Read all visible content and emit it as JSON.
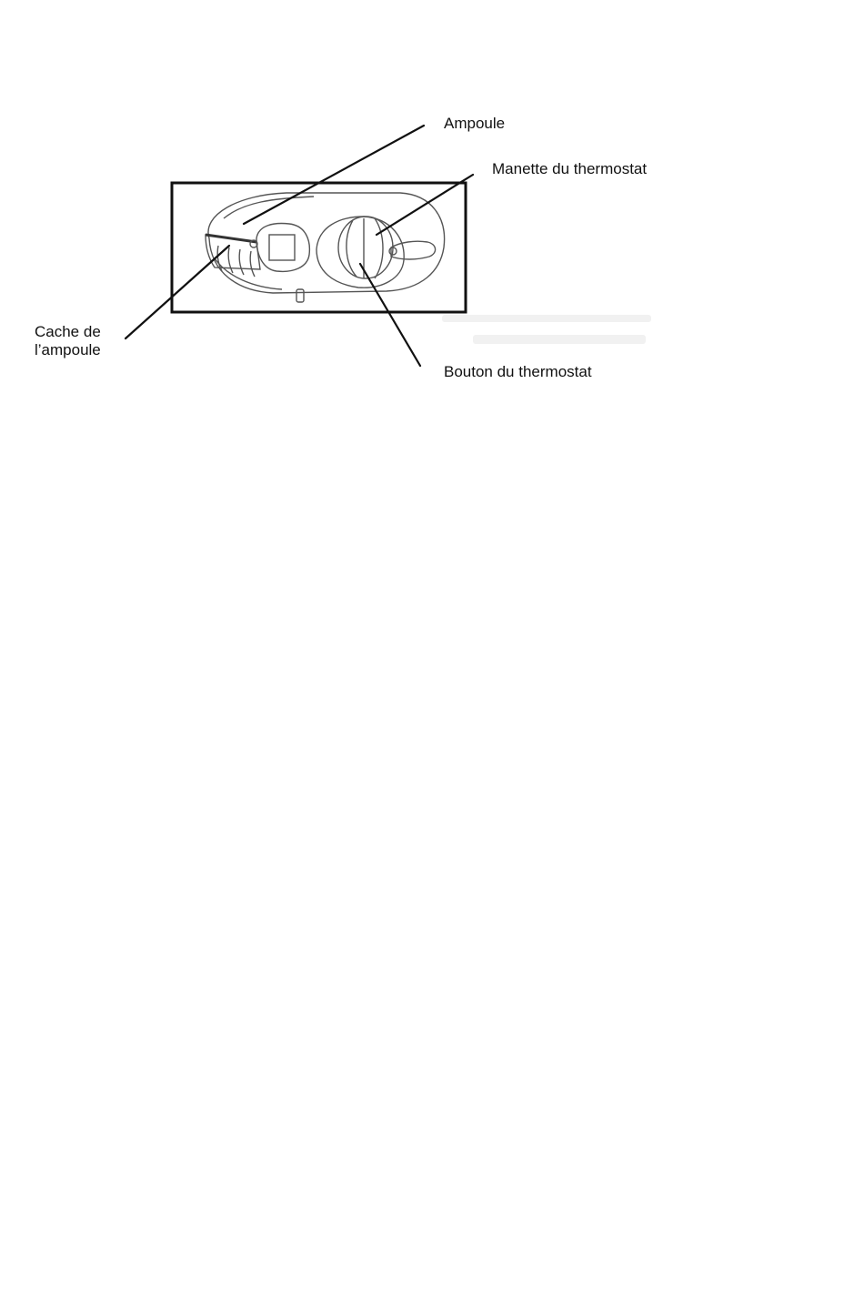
{
  "labels": {
    "ampoule": "Ampoule",
    "manette": "Manette du thermostat",
    "cache_line1": "Cache de",
    "cache_line2": "l’ampoule",
    "bouton": "Bouton du thermostat"
  },
  "colors": {
    "stroke": "#111111",
    "line_art": "#555555",
    "background": "#ffffff"
  }
}
